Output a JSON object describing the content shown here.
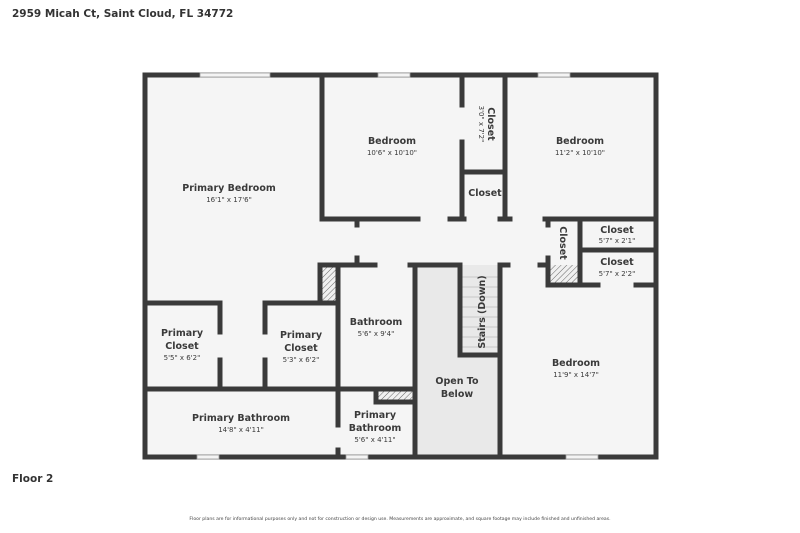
{
  "header": {
    "address": "2959 Micah Ct, Saint Cloud, FL 34772"
  },
  "floor_label": "Floor 2",
  "disclaimer": "Floor plans are for informational purposes only and not for construction or design use. Measurements are approximate, and square footage may include finished and unfinished areas.",
  "rooms": [
    {
      "name": "Primary Bedroom",
      "dims": "16'1\" x 17'6\""
    },
    {
      "name": "Bedroom",
      "dims": "10'6\" x 10'10\""
    },
    {
      "name": "Closet",
      "dims": "3'0\" x 7'2\""
    },
    {
      "name": "Bedroom",
      "dims": "11'2\" x 10'10\""
    },
    {
      "name": "Closet",
      "dims": ""
    },
    {
      "name": "Closet",
      "dims": ""
    },
    {
      "name": "Closet",
      "dims": "5'7\" x 2'1\""
    },
    {
      "name": "Closet",
      "dims": "5'7\" x 2'2\""
    },
    {
      "name_line1": "Primary",
      "name_line2": "Closet",
      "dims": "5'5\" x 6'2\""
    },
    {
      "name_line1": "Primary",
      "name_line2": "Closet",
      "dims": "5'3\" x 6'2\""
    },
    {
      "name": "Bathroom",
      "dims": "5'6\" x 9'4\""
    },
    {
      "name": "Stairs (Down)",
      "dims": ""
    },
    {
      "name_line1": "Open To",
      "name_line2": "Below",
      "dims": ""
    },
    {
      "name": "Bedroom",
      "dims": "11'9\" x 14'7\""
    },
    {
      "name": "Primary Bathroom",
      "dims": "14'8\" x 4'11\""
    },
    {
      "name_line1": "Primary",
      "name_line2": "Bathroom",
      "dims": "5'6\" x 4'11\""
    }
  ],
  "colors": {
    "wall": "#3a3a3a",
    "floor": "#f5f5f5",
    "open_below": "#e9e9e9"
  }
}
